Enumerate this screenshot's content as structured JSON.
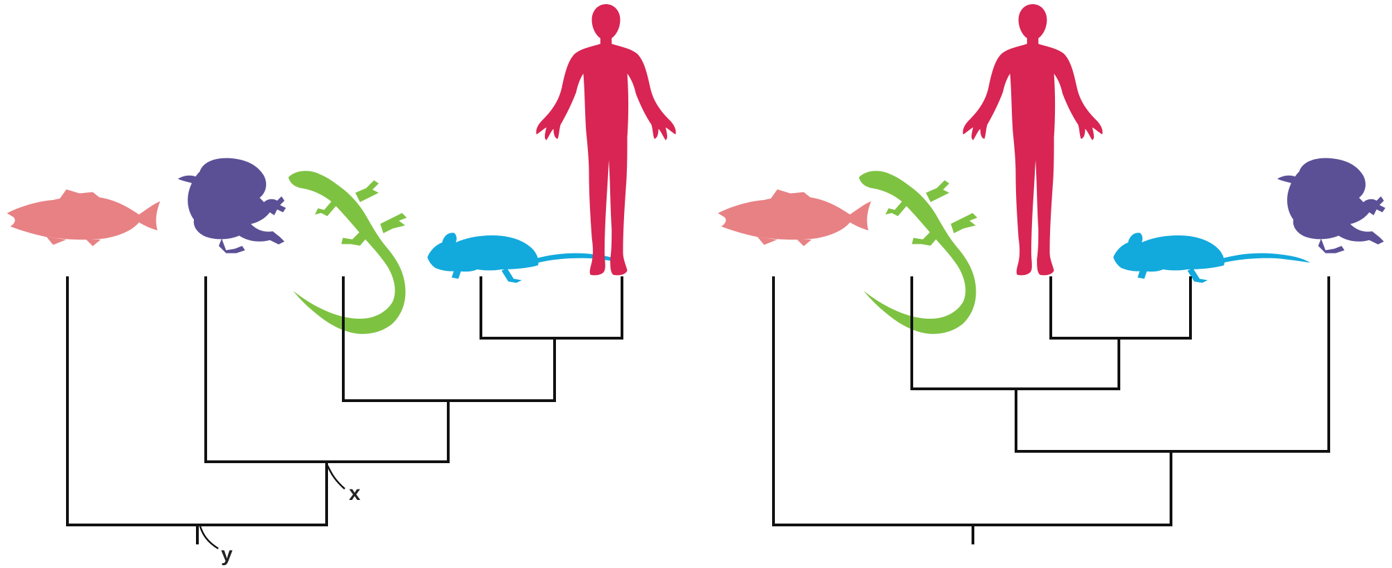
{
  "colors": {
    "fish": "#e88184",
    "frog": "#5b5096",
    "lizard": "#7ec242",
    "mouse": "#12a9dd",
    "human": "#d82553",
    "branch": "#111111"
  },
  "trees": [
    {
      "name": "tree-left",
      "order": [
        "fish",
        "frog",
        "lizard",
        "mouse",
        "human"
      ],
      "node_labels": {
        "x": "x",
        "y": "y"
      }
    },
    {
      "name": "tree-right",
      "order": [
        "fish",
        "lizard",
        "human",
        "mouse",
        "frog"
      ]
    }
  ],
  "animals": {
    "fish": "fish-icon",
    "frog": "frog-icon",
    "lizard": "lizard-icon",
    "mouse": "mouse-icon",
    "human": "human-icon"
  }
}
